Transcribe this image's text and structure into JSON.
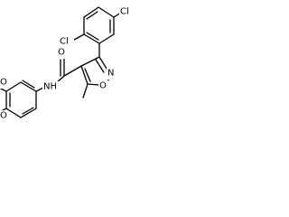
{
  "molecule": {
    "atoms": [
      {
        "id": "cl-top",
        "symbol": "Cl"
      },
      {
        "id": "cl-left",
        "symbol": "Cl"
      },
      {
        "id": "n-isoxazole",
        "symbol": "N"
      },
      {
        "id": "o-isoxazole",
        "symbol": "O"
      },
      {
        "id": "o-carbonyl",
        "symbol": "O"
      },
      {
        "id": "nh-amide",
        "symbol": "NH"
      },
      {
        "id": "o-dioxole-upper",
        "symbol": "O"
      },
      {
        "id": "o-dioxole-lower",
        "symbol": "O"
      }
    ]
  }
}
